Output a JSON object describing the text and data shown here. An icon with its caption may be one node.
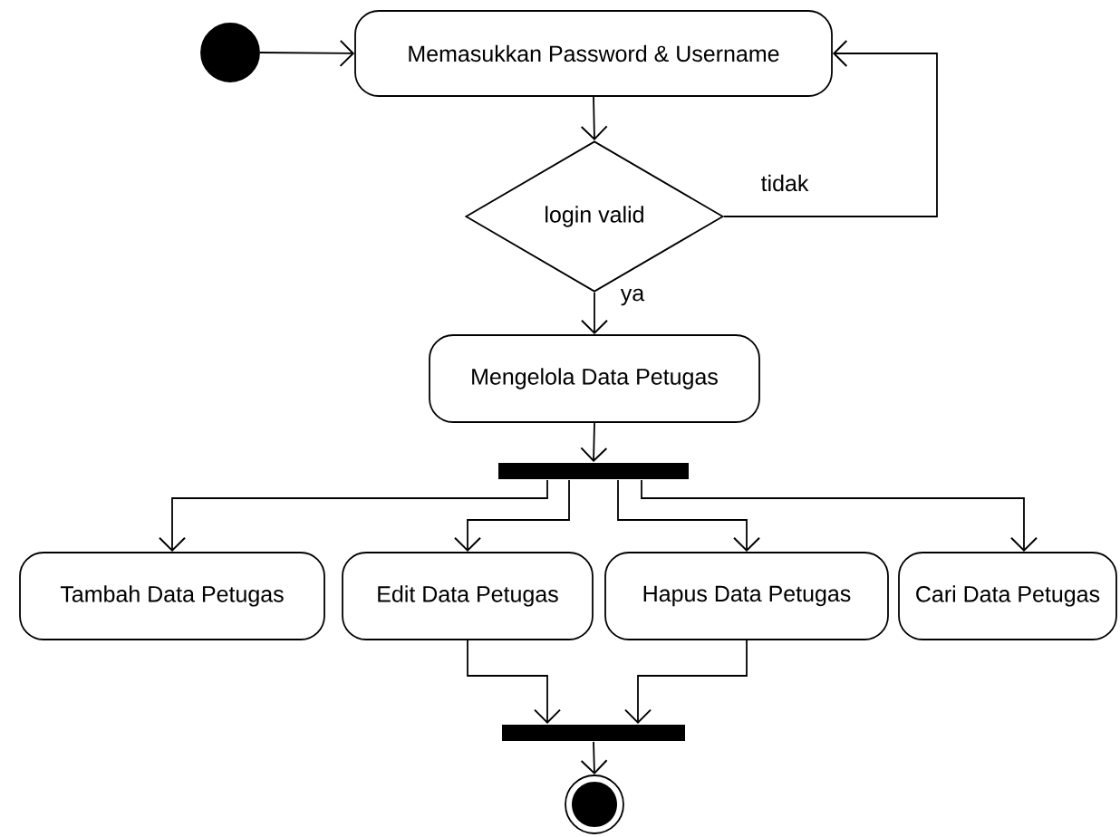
{
  "diagram": {
    "nodes": [
      {
        "text": [],
        "shape": "circle"
      },
      {
        "text": [
          "Memasukkan Password & Username"
        ]
      },
      {
        "text": [
          "login valid"
        ]
      },
      {
        "text": [
          "Mengelola Data Petugas"
        ]
      },
      {
        "text": [],
        "shape": "bar"
      },
      {
        "text": [
          "Tambah Data Petugas"
        ]
      },
      {
        "text": [
          "Edit Data Petugas"
        ]
      },
      {
        "text": [
          "Hapus Data Petugas"
        ]
      },
      {
        "text": [
          "Cari Data Petugas"
        ]
      },
      {
        "text": [],
        "shape": "bar"
      },
      {
        "text": [],
        "shape": "bullseye"
      }
    ],
    "edges": [
      {
        "from": 0,
        "to": 1,
        "arrow": "to"
      },
      {
        "from": 1,
        "to": 2,
        "arrow": "to"
      },
      {
        "from": 2,
        "to": 1,
        "arrow": "to",
        "label": "tidak"
      },
      {
        "from": 2,
        "to": 3,
        "arrow": "to",
        "label": "ya"
      },
      {
        "from": 3,
        "to": 4,
        "arrow": "to"
      },
      {
        "from": 4,
        "to": 5,
        "arrow": "to"
      },
      {
        "from": 4,
        "to": 6,
        "arrow": "to"
      },
      {
        "from": 4,
        "to": 7,
        "arrow": "to"
      },
      {
        "from": 4,
        "to": 8,
        "arrow": "to"
      },
      {
        "from": 6,
        "to": 9,
        "arrow": "to"
      },
      {
        "from": 7,
        "to": 9,
        "arrow": "to"
      },
      {
        "from": 9,
        "to": 10,
        "arrow": "to"
      }
    ]
  }
}
